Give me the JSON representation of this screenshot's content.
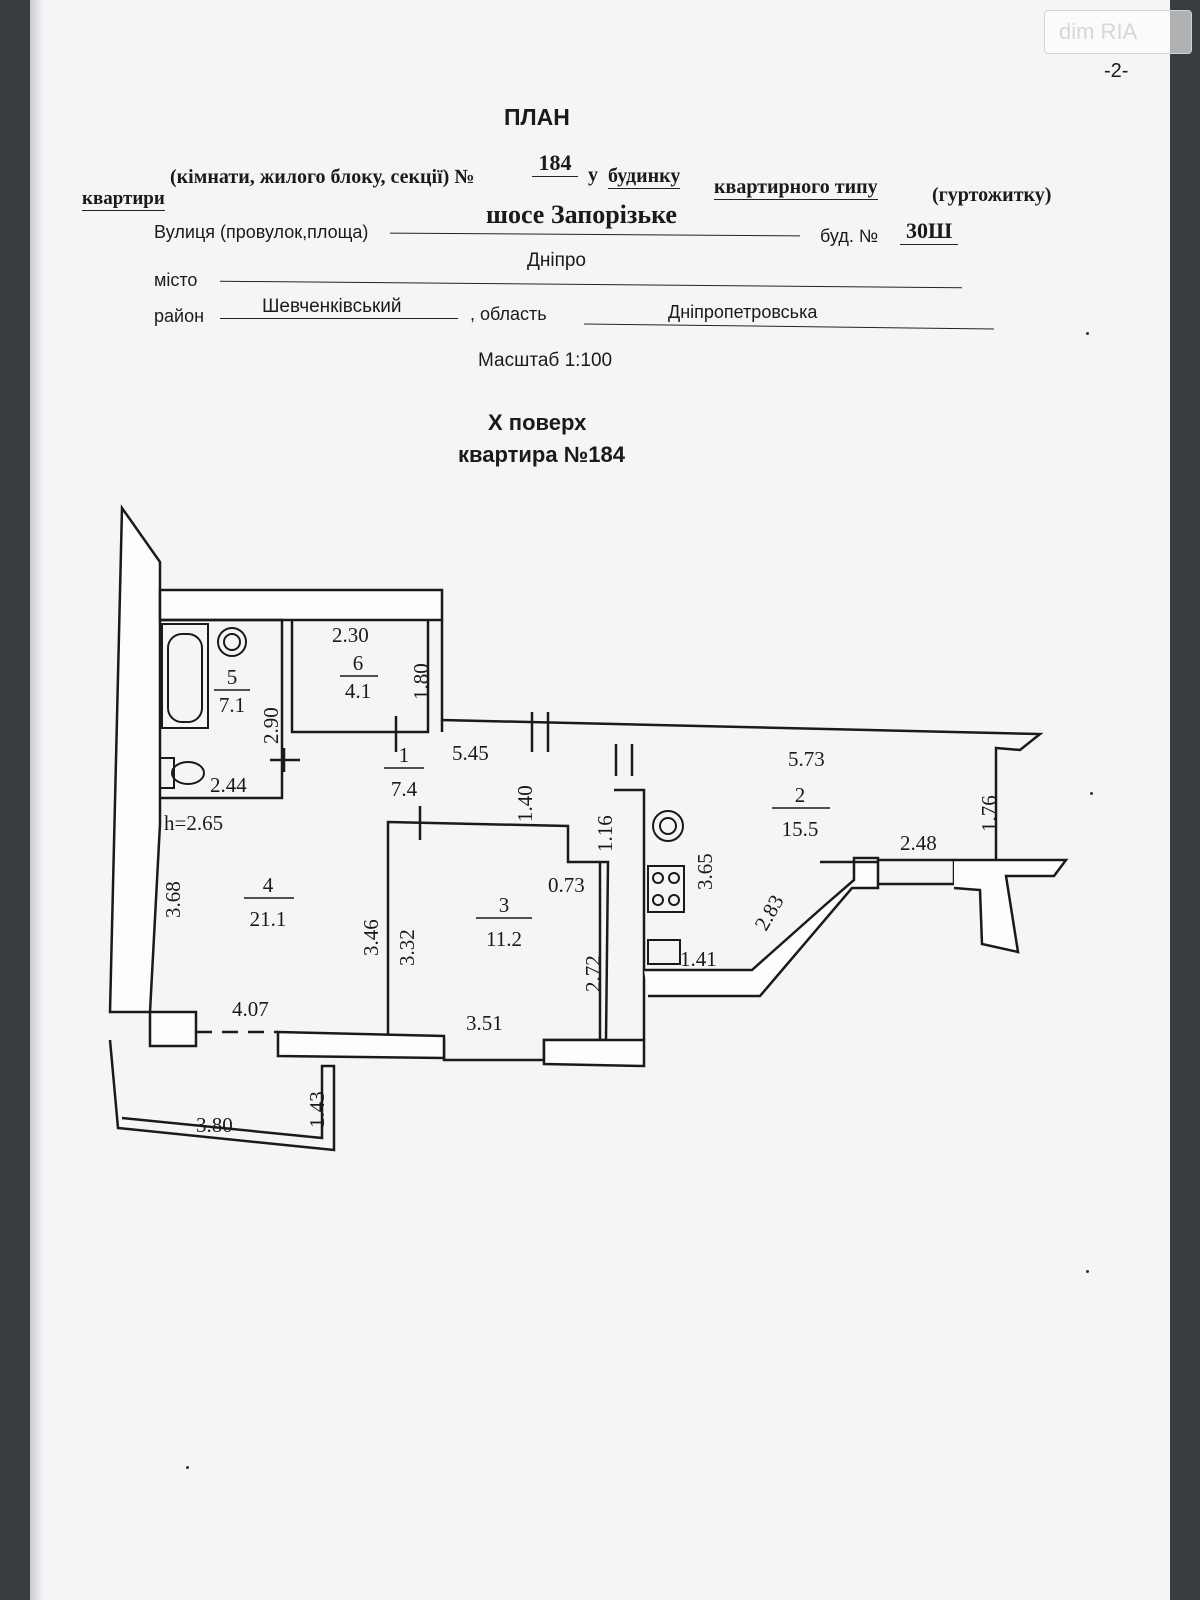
{
  "page_number": "-2-",
  "watermark": "dim RIA",
  "header": {
    "title": "ПЛАН",
    "line1_prefix": "квартири",
    "line1_text": "(кімнати, жилого блоку, секції) №",
    "apartment_no": "184",
    "in_word": "у",
    "building_word": "будинку",
    "type_word": "квартирного типу",
    "dorm_word": "(гуртожитку)",
    "street_label": "Вулиця (провулок,площа)",
    "street_value": "шосе Запорізьке",
    "building_label": "буд. №",
    "building_value": "30Ш",
    "city_label": "місто",
    "city_value": "Дніпро",
    "district_label": "район",
    "district_value": "Шевченківський",
    "region_label": ", область",
    "region_value": "Дніпропетровська",
    "scale": "Масштаб 1:100",
    "floor": "X поверх",
    "apartment_title": "квартира №184"
  },
  "plan": {
    "ceiling_height": "h=2.65",
    "rooms": [
      {
        "no": "1",
        "area": "7.4"
      },
      {
        "no": "2",
        "area": "15.5"
      },
      {
        "no": "3",
        "area": "11.2"
      },
      {
        "no": "4",
        "area": "21.1"
      },
      {
        "no": "5",
        "area": "7.1"
      },
      {
        "no": "6",
        "area": "4.1"
      }
    ],
    "dimensions": {
      "d230": "2.30",
      "d180": "1.80",
      "d290": "2.90",
      "d244": "2.44",
      "d545": "5.45",
      "d140": "1.40",
      "d573": "5.73",
      "d176": "1.76",
      "d248": "2.48",
      "d116": "1.16",
      "d073": "0.73",
      "d365": "3.65",
      "d283": "2.83",
      "d141": "1.41",
      "d368": "3.68",
      "d346": "3.46",
      "d332": "3.32",
      "d272": "2.72",
      "d407": "4.07",
      "d351": "3.51",
      "d143": "1.43",
      "d380": "3.80"
    }
  }
}
